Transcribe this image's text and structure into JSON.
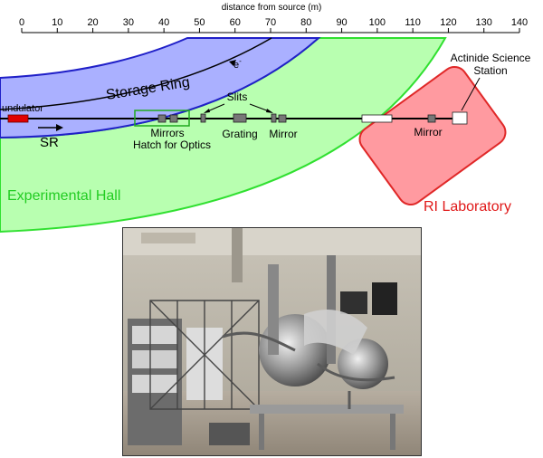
{
  "axis": {
    "title": "distance from source (m)",
    "ticks": [
      0,
      10,
      20,
      30,
      40,
      50,
      60,
      70,
      80,
      90,
      100,
      110,
      120,
      130,
      140
    ]
  },
  "labels": {
    "storage_ring": "Storage Ring",
    "electron": "e",
    "electron_sup": "-",
    "undulator": "undulator",
    "sr": "SR",
    "slits": "Slits",
    "mirrors": "Mirrors",
    "hatch": "Hatch for Optics",
    "grating": "Grating",
    "mirror_mid": "Mirror",
    "mirror_end": "Mirror",
    "actinide_line1": "Actinide Science",
    "actinide_line2": "Station",
    "experimental_hall": "Experimental Hall",
    "ri_laboratory": "RI Laboratory"
  },
  "colors": {
    "storage_ring_fill": "#aab0ff",
    "storage_ring_edge": "#2020c8",
    "hall_fill": "#b8ffb0",
    "hall_edge": "#30e030",
    "ri_fill": "#ff9aa0",
    "ri_edge": "#e02828",
    "undulator": "#e00000",
    "hall_text": "#22cc22",
    "ri_text": "#e01818"
  },
  "photo": {
    "description_icon": "beamline-endstation-photo"
  }
}
